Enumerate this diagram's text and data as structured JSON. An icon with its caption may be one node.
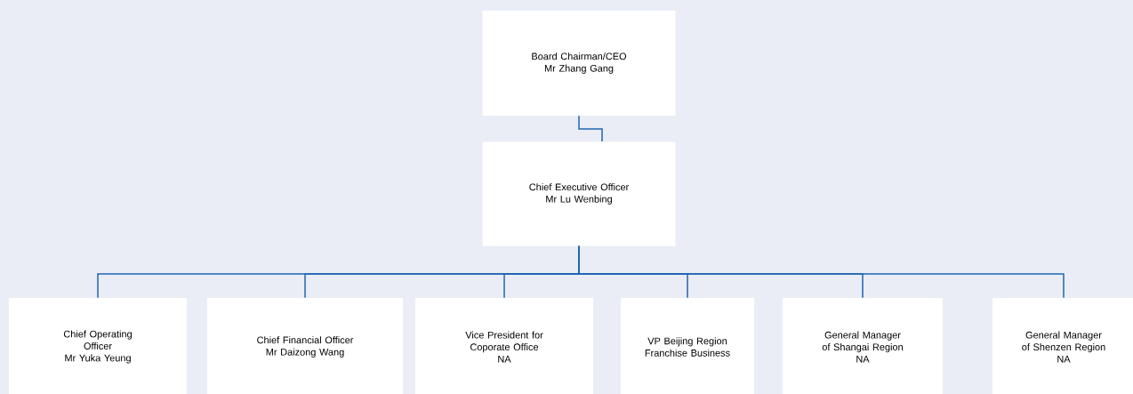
{
  "diagram": {
    "nodes": [
      {
        "text": [
          "Board Chairman/CEO",
          "Mr Zhang Gang"
        ]
      },
      {
        "text": [
          "Chief Executive Officer",
          "Mr Lu Wenbing"
        ]
      },
      {
        "text": [
          "Chief Operating Officer",
          "Mr Yuka Yeung"
        ]
      },
      {
        "text": [
          "Chief Financial Officer",
          "Mr Daizong Wang"
        ]
      },
      {
        "text": [
          "Vice President for Coporate Office",
          "NA"
        ]
      },
      {
        "text": [
          "VP Beijing Region Franchise Business"
        ]
      },
      {
        "text": [
          "General Manager of Shangai Region",
          "NA"
        ]
      },
      {
        "text": [
          "General Manager of Shenzen Region",
          "NA"
        ]
      }
    ],
    "edges": [
      {
        "from": 0,
        "to": 1,
        "arrow": "none"
      },
      {
        "from": 1,
        "to": 2,
        "arrow": "none"
      },
      {
        "from": 1,
        "to": 3,
        "arrow": "none"
      },
      {
        "from": 1,
        "to": 4,
        "arrow": "none"
      },
      {
        "from": 1,
        "to": 5,
        "arrow": "none"
      },
      {
        "from": 1,
        "to": 6,
        "arrow": "none"
      },
      {
        "from": 1,
        "to": 7,
        "arrow": "none"
      }
    ]
  }
}
